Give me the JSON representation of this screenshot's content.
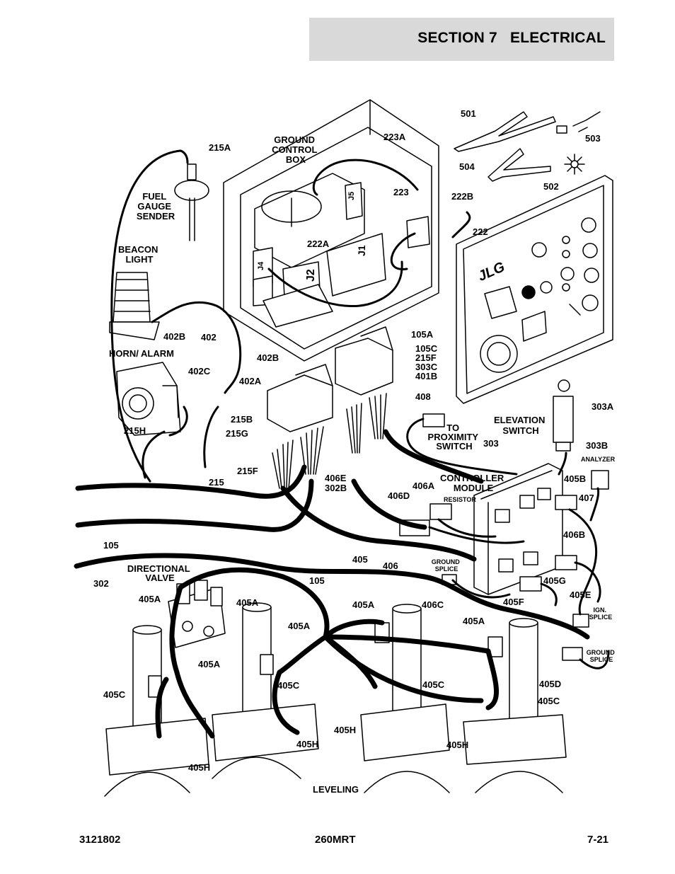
{
  "header": {
    "section_title": "SECTION 7   ELECTRICAL"
  },
  "footer": {
    "part_number": "3121802",
    "model": "260MRT",
    "page_number": "7-21"
  },
  "labels": {
    "l215a": "215A",
    "ground_control_box": [
      "GROUND",
      "CONTROL",
      "BOX"
    ],
    "l223a": "223A",
    "l501": "501",
    "l503": "503",
    "l504": "504",
    "l502": "502",
    "l223": "223",
    "l222b": "222B",
    "l222": "222",
    "fuel_gauge_sender": [
      "FUEL",
      "GAUGE",
      "SENDER"
    ],
    "l222a": "222A",
    "beacon_light": [
      "BEACON",
      "LIGHT"
    ],
    "l402b_a": "402B",
    "l402": "402",
    "horn_alarm": "HORN/ ALARM",
    "l402b_b": "402B",
    "l402c": "402C",
    "l402a": "402A",
    "l105a": "105A",
    "l105c_group": [
      "105C",
      "215F",
      "303C",
      "401B"
    ],
    "l408": "408",
    "l215b": "215B",
    "l215g": "215G",
    "l215h": "215H",
    "to_proximity_switch": [
      "TO",
      "PROXIMITY",
      "SWITCH"
    ],
    "l303": "303",
    "elevation_switch": [
      "ELEVATION",
      "SWITCH"
    ],
    "l303a": "303A",
    "l303b": "303B",
    "analyzer": "ANALYZER",
    "l215f": "215F",
    "l406e_302b": [
      "406E",
      "302B"
    ],
    "controller_module": [
      "CONTROLLER",
      "MODULE"
    ],
    "l215": "215",
    "l406a": "406A",
    "resistor": "RESISTOR",
    "l406d": "406D",
    "l405b": "405B",
    "l407": "407",
    "l406b": "406B",
    "l105_a": "105",
    "l302": "302",
    "directional_valve": [
      "DIRECTIONAL",
      "VALVE"
    ],
    "l105_b": "105",
    "l405_a": "405",
    "l406": "406",
    "ground_splice_a": [
      "GROUND",
      "SPLICE"
    ],
    "l405g": "405G",
    "l405e": "405E",
    "l405a_1": "405A",
    "l405a_2": "405A",
    "l405a_3": "405A",
    "l406c": "406C",
    "l405f": "405F",
    "ign_splice": [
      "IGN.",
      "SPLICE"
    ],
    "l405a_4": "405A",
    "l405a_5": "405A",
    "l405a_6": "405A",
    "ground_splice_b": [
      "GROUND",
      "SPLICE"
    ],
    "l405c_1": "405C",
    "l405c_2": "405C",
    "l405c_3": "405C",
    "l405d": "405D",
    "l405c_4": "405C",
    "l405h_1": "405H",
    "l405h_2": "405H",
    "l405h_3": "405H",
    "l405h_4": "405H",
    "leveling": "LEVELING",
    "panel_logo": "JLG",
    "conn_j1": "J1",
    "conn_j2": "J2",
    "conn_j4": "J4",
    "conn_j5": "J5"
  }
}
